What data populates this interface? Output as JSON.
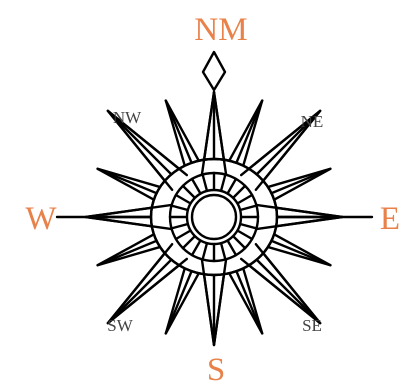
{
  "labels": {
    "north": "NM",
    "south": "S",
    "east": "E",
    "west": "W",
    "northeast": "NE",
    "northwest": "NW",
    "southeast": "SE",
    "southwest": "SW"
  },
  "colors": {
    "cardinal_label": "#e8824a",
    "intercardinal_label": "#444444",
    "line": "#000000",
    "background": "#ffffff"
  }
}
